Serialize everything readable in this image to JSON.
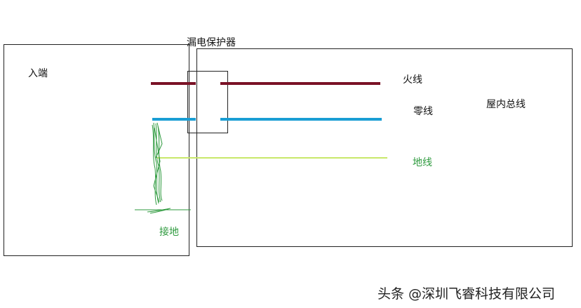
{
  "labels": {
    "input_side": "入端",
    "breaker": "漏电保护器",
    "live_wire": "火线",
    "neutral_wire": "零线",
    "indoor_bus": "屋内总线",
    "earth_wire": "地线",
    "grounding": "接地"
  },
  "watermark": "头条 @深圳飞睿科技有限公司",
  "colors": {
    "live_wire": "#7a1226",
    "neutral_wire": "#1a9ed4",
    "earth_wire": "#c8e86a",
    "grounding": "#2e9a3e",
    "outline": "#222222"
  }
}
